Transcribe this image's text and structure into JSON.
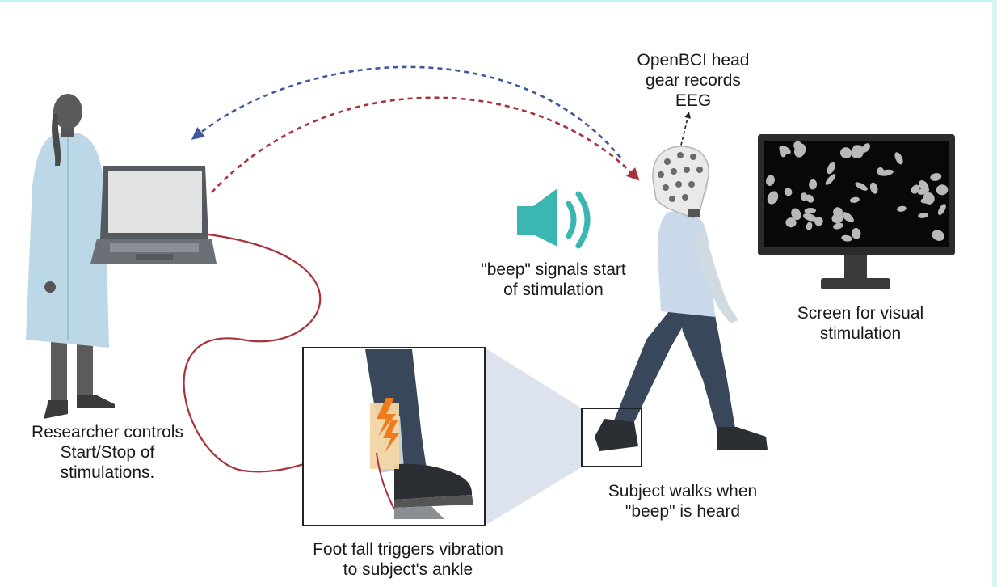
{
  "labels": {
    "eeg": [
      "OpenBCI head",
      "gear records",
      "EEG"
    ],
    "beep": [
      "\"beep\" signals start",
      "of stimulation"
    ],
    "screen": [
      "Screen for visual",
      "stimulation"
    ],
    "researcher": [
      "Researcher controls",
      "Start/Stop of",
      "stimulations."
    ],
    "subject": [
      "Subject walks when",
      "\"beep\" is heard"
    ],
    "footfall": [
      "Foot fall triggers vibration",
      "to subject's ankle"
    ]
  },
  "colors": {
    "arrow_blue": "#3f5a9c",
    "arrow_red": "#a8323a",
    "cable": "#a8323a",
    "speaker": "#3cb6b0",
    "coat": "#bcd7e6",
    "skin_dark": "#5a5a5a",
    "shirt": "#c9d9ea",
    "pants": "#38485a",
    "monitor": "#2b2b2b"
  }
}
